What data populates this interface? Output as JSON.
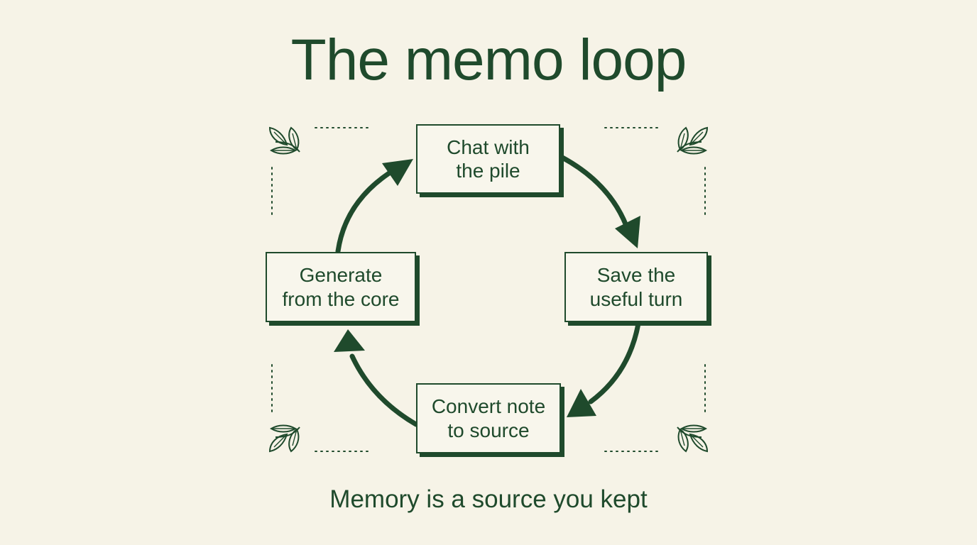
{
  "title": "The memo loop",
  "steps": [
    {
      "line1": "Chat with",
      "line2": "the pile"
    },
    {
      "line1": "Save the",
      "line2": "useful turn"
    },
    {
      "line1": "Convert note",
      "line2": "to source"
    },
    {
      "line1": "Generate",
      "line2": "from the core"
    }
  ],
  "caption": "Memory is a source you kept",
  "colors": {
    "background": "#f6f3e7",
    "ink": "#1f4a2c"
  },
  "icons": {
    "corner_ornament": "leaf-sprig-icon",
    "arrow": "curved-arrow-icon"
  }
}
